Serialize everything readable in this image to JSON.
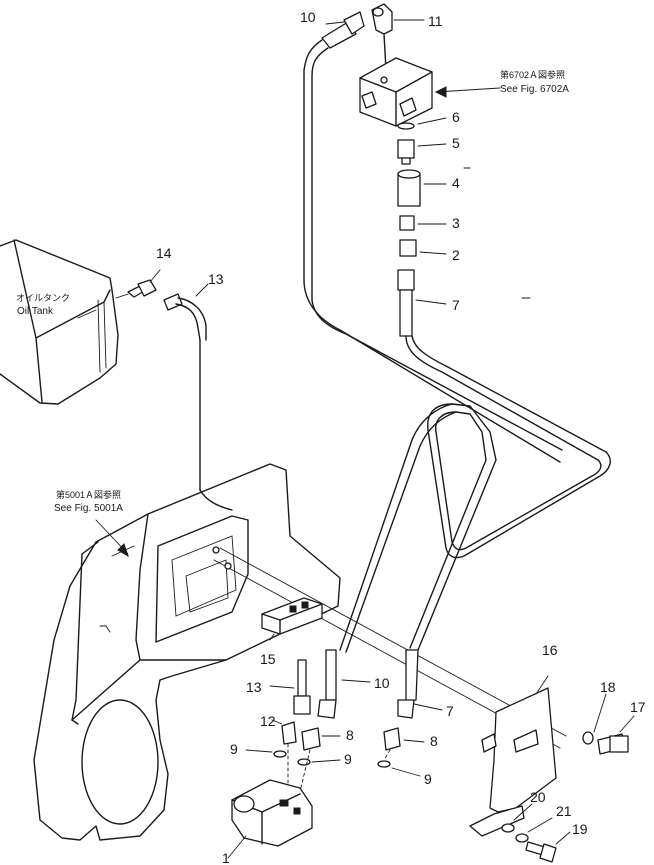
{
  "callouts": {
    "c1": "1",
    "c2": "2",
    "c3": "3",
    "c4": "4",
    "c5": "5",
    "c6": "6",
    "c7a": "7",
    "c7b": "7",
    "c8a": "8",
    "c8b": "8",
    "c9a": "9",
    "c9b": "9",
    "c9c": "9",
    "c10a": "10",
    "c10b": "10",
    "c11": "11",
    "c12": "12",
    "c13a": "13",
    "c13b": "13",
    "c14": "14",
    "c15": "15",
    "c16": "16",
    "c17": "17",
    "c18": "18",
    "c19": "19",
    "c20": "20",
    "c21": "21"
  },
  "references": {
    "valve_jp": "第6702Ａ図参照",
    "valve_en": "See Fig. 6702A",
    "case_jp": "第5001Ａ図参照",
    "case_en": "See Fig. 5001A",
    "tank_jp": "オイルタンク",
    "tank_en": "Oil Tank"
  }
}
